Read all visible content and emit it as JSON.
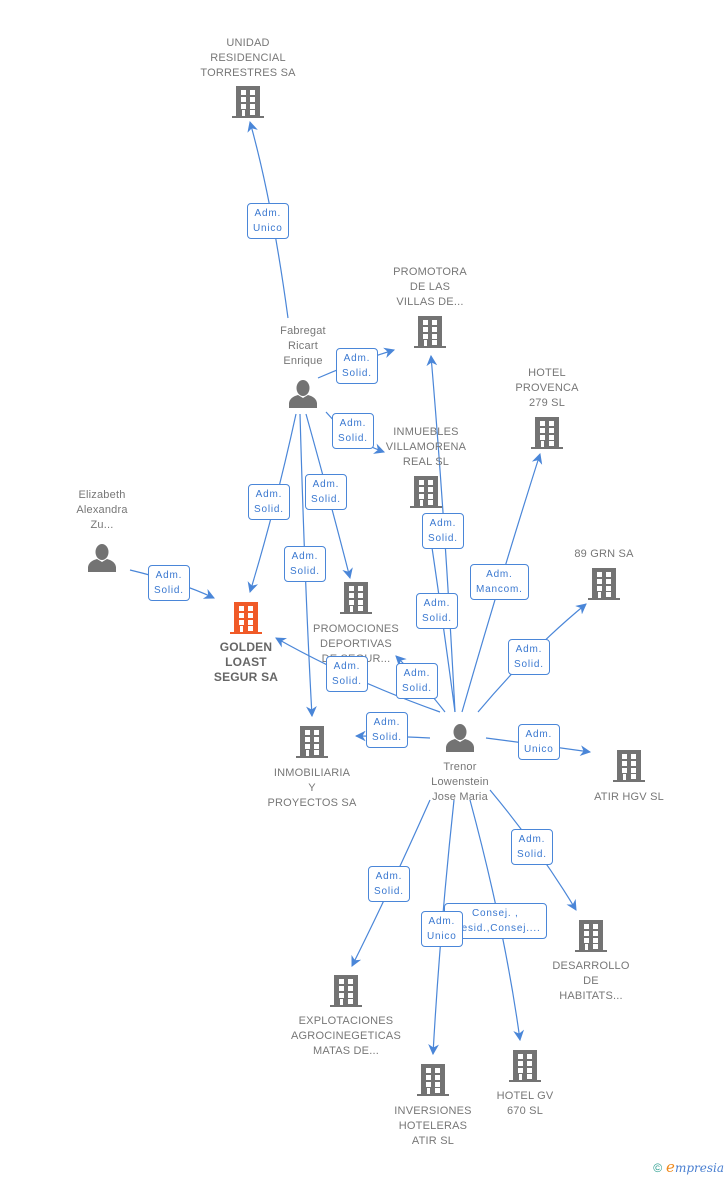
{
  "colors": {
    "edge": "#4a86d8",
    "node": "#737373",
    "focus_node": "#f05a28"
  },
  "nodes": [
    {
      "id": "unidad",
      "type": "company",
      "lines": [
        "UNIDAD",
        "RESIDENCIAL",
        "TORRESTRES SA"
      ]
    },
    {
      "id": "fabregat",
      "type": "person",
      "lines": [
        "Fabregat",
        "Ricart",
        "Enrique"
      ]
    },
    {
      "id": "promotora",
      "type": "company",
      "lines": [
        "PROMOTORA",
        "DE LAS",
        "VILLAS DE..."
      ]
    },
    {
      "id": "hotel_provenca",
      "type": "company",
      "lines": [
        "HOTEL",
        "PROVENCA",
        "279 SL"
      ]
    },
    {
      "id": "inmuebles",
      "type": "company",
      "lines": [
        "INMUEBLES",
        "VILLAMORENA",
        "REAL SL"
      ]
    },
    {
      "id": "elizabeth",
      "type": "person",
      "lines": [
        "Elizabeth",
        "Alexandra",
        "Zu..."
      ]
    },
    {
      "id": "golden",
      "type": "focus",
      "lines": [
        "GOLDEN",
        "LOAST",
        "SEGUR SA"
      ]
    },
    {
      "id": "promociones",
      "type": "company",
      "lines": [
        "PROMOCIONES",
        "DEPORTIVAS",
        "DE SEGUR..."
      ]
    },
    {
      "id": "grn89",
      "type": "company",
      "lines": [
        "89 GRN SA"
      ]
    },
    {
      "id": "inmobiliaria",
      "type": "company",
      "lines": [
        "INMOBILIARIA",
        "Y",
        "PROYECTOS SA"
      ]
    },
    {
      "id": "trenor",
      "type": "person",
      "lines": [
        "Trenor",
        "Lowenstein",
        "Jose Maria"
      ]
    },
    {
      "id": "atir_hgv",
      "type": "company",
      "lines": [
        "ATIR HGV  SL"
      ]
    },
    {
      "id": "desarrollo",
      "type": "company",
      "lines": [
        "DESARROLLO",
        "DE",
        "HABITATS..."
      ]
    },
    {
      "id": "explotaciones",
      "type": "company",
      "lines": [
        "EXPLOTACIONES",
        "AGROCINEGETICAS",
        "MATAS DE..."
      ]
    },
    {
      "id": "inversiones",
      "type": "company",
      "lines": [
        "INVERSIONES",
        "HOTELERAS",
        "ATIR SL"
      ]
    },
    {
      "id": "hotel_gv",
      "type": "company",
      "lines": [
        "HOTEL GV",
        "670 SL"
      ]
    }
  ],
  "edges": [
    {
      "from": "fabregat",
      "to": "unidad",
      "label": [
        "Adm.",
        "Unico"
      ]
    },
    {
      "from": "fabregat",
      "to": "promotora",
      "label": [
        "Adm.",
        "Solid."
      ]
    },
    {
      "from": "fabregat",
      "to": "inmuebles",
      "label": [
        "Adm.",
        "Solid."
      ]
    },
    {
      "from": "fabregat",
      "to": "golden",
      "label": [
        "Adm.",
        "Solid."
      ]
    },
    {
      "from": "fabregat",
      "to": "promociones",
      "label": [
        "Adm.",
        "Solid."
      ]
    },
    {
      "from": "fabregat",
      "to": "inmobiliaria",
      "label": [
        "Adm.",
        "Solid."
      ]
    },
    {
      "from": "elizabeth",
      "to": "golden",
      "label": [
        "Adm.",
        "Solid."
      ]
    },
    {
      "from": "trenor",
      "to": "promotora",
      "label": [
        "Adm.",
        "Solid."
      ]
    },
    {
      "from": "trenor",
      "to": "inmuebles",
      "label": [
        "Adm.",
        "Solid."
      ]
    },
    {
      "from": "trenor",
      "to": "hotel_provenca",
      "label": [
        "Adm.",
        "Mancom."
      ]
    },
    {
      "from": "trenor",
      "to": "grn89",
      "label": [
        "Adm.",
        "Solid."
      ]
    },
    {
      "from": "trenor",
      "to": "golden",
      "label": [
        "Adm.",
        "Solid."
      ]
    },
    {
      "from": "trenor",
      "to": "promociones",
      "label": [
        "Adm.",
        "Solid."
      ]
    },
    {
      "from": "trenor",
      "to": "inmobiliaria",
      "label": [
        "Adm.",
        "Solid."
      ]
    },
    {
      "from": "trenor",
      "to": "atir_hgv",
      "label": [
        "Adm.",
        "Unico"
      ]
    },
    {
      "from": "trenor",
      "to": "desarrollo",
      "label": [
        "Adm.",
        "Solid."
      ]
    },
    {
      "from": "trenor",
      "to": "explotaciones",
      "label": [
        "Adm.",
        "Solid."
      ]
    },
    {
      "from": "trenor",
      "to": "hotel_gv",
      "label": [
        "Consej. ,",
        "Presid.,Consej...."
      ]
    },
    {
      "from": "trenor",
      "to": "inversiones",
      "label": [
        "Adm.",
        "Unico"
      ]
    }
  ],
  "footer": {
    "copyright": "©",
    "brand_initial": "e",
    "brand_rest": "mpresia"
  }
}
